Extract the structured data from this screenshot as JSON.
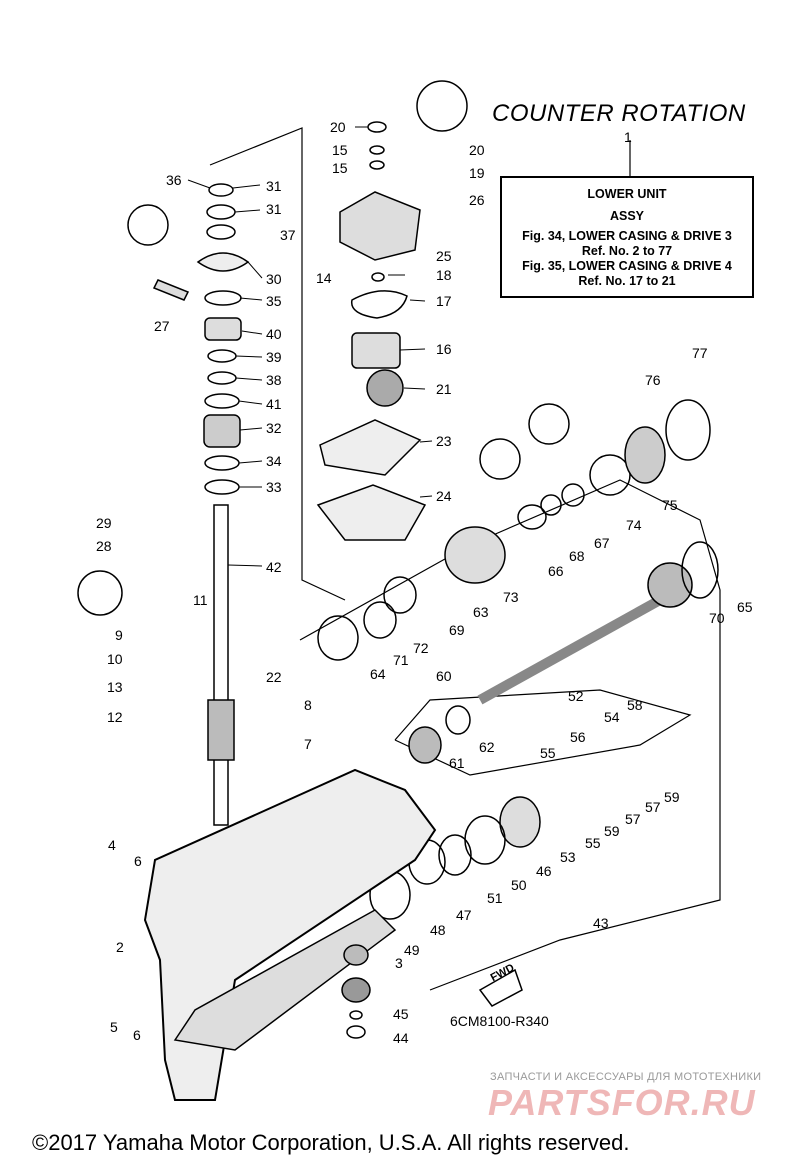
{
  "title": "COUNTER ROTATION",
  "callout_title_ref": "1",
  "info_box": {
    "line1": "LOWER UNIT",
    "line2": "ASSY",
    "line3": "Fig. 34, LOWER CASING & DRIVE 3",
    "line4": "Ref. No. 2 to 77",
    "line5": "Fig. 35, LOWER CASING & DRIVE 4",
    "line6": "Ref. No. 17 to 21"
  },
  "diagram_code": "6CM8100-R340",
  "fwd_label": "FWD",
  "watermark": {
    "line1": "ЗАПЧАСТИ И АКСЕССУАРЫ ДЛЯ МОТОТЕХНИКИ",
    "line2": "PARTSFOR.RU"
  },
  "copyright": "©2017 Yamaha Motor Corporation, U.S.A. All rights reserved.",
  "part_labels": [
    "2",
    "3",
    "4",
    "5",
    "6",
    "6",
    "7",
    "8",
    "9",
    "10",
    "11",
    "12",
    "13",
    "14",
    "15",
    "15",
    "16",
    "17",
    "18",
    "19",
    "20",
    "20",
    "21",
    "22",
    "23",
    "24",
    "25",
    "26",
    "27",
    "28",
    "29",
    "30",
    "31",
    "31",
    "32",
    "33",
    "34",
    "35",
    "36",
    "37",
    "38",
    "39",
    "40",
    "41",
    "42",
    "43",
    "44",
    "45",
    "46",
    "47",
    "48",
    "49",
    "50",
    "51",
    "52",
    "53",
    "54",
    "55",
    "55",
    "56",
    "57",
    "57",
    "58",
    "59",
    "59",
    "60",
    "61",
    "62",
    "63",
    "64",
    "65",
    "66",
    "67",
    "68",
    "69",
    "70",
    "71",
    "72",
    "73",
    "74",
    "75",
    "76",
    "77"
  ]
}
